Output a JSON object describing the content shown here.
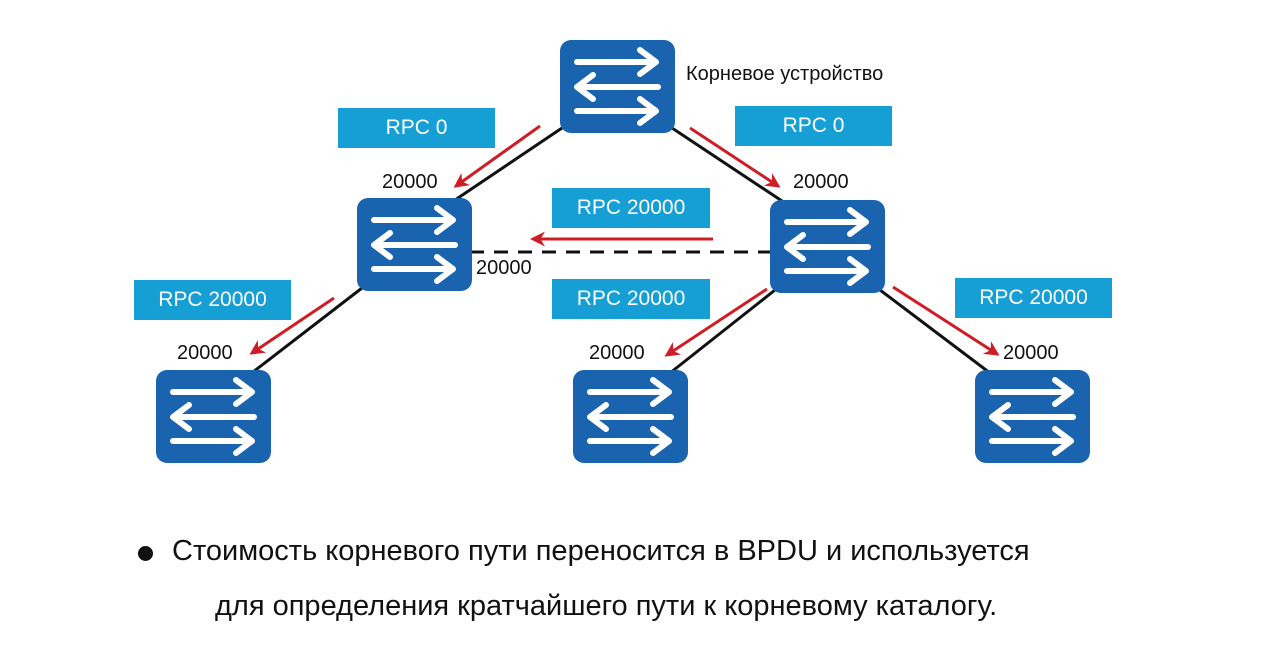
{
  "diagram": {
    "root_caption": "Корневое устройство",
    "colors": {
      "switch_fill": "#1a63ae",
      "switch_arrow": "#ffffff",
      "label_fill": "#159fd5",
      "bpdu_arrow": "#d01c24",
      "link": "#111111"
    },
    "switches": [
      {
        "id": "root",
        "role": "root-switch"
      },
      {
        "id": "left",
        "role": "switch"
      },
      {
        "id": "right",
        "role": "switch"
      },
      {
        "id": "bottom-left",
        "role": "switch"
      },
      {
        "id": "bottom-middle",
        "role": "switch"
      },
      {
        "id": "bottom-right",
        "role": "switch"
      }
    ],
    "links": [
      {
        "from": "root",
        "to": "left",
        "style": "solid"
      },
      {
        "from": "root",
        "to": "right",
        "style": "solid"
      },
      {
        "from": "left",
        "to": "right",
        "style": "dashed"
      },
      {
        "from": "left",
        "to": "bottom-left",
        "style": "solid"
      },
      {
        "from": "right",
        "to": "bottom-middle",
        "style": "solid"
      },
      {
        "from": "right",
        "to": "bottom-right",
        "style": "solid"
      }
    ],
    "rpc_labels": [
      {
        "text": "RPC 0"
      },
      {
        "text": "RPC 0"
      },
      {
        "text": "RPC 20000"
      },
      {
        "text": "RPC 20000"
      },
      {
        "text": "RPC 20000"
      },
      {
        "text": "RPC 20000"
      }
    ],
    "port_costs": [
      {
        "text": "20000"
      },
      {
        "text": "20000"
      },
      {
        "text": "20000"
      },
      {
        "text": "20000"
      },
      {
        "text": "20000"
      },
      {
        "text": "20000"
      }
    ]
  },
  "bullet": {
    "line1": "Стоимость корневого пути переносится в BPDU и используется",
    "line2": "для определения кратчайшего пути к корневому каталогу."
  }
}
